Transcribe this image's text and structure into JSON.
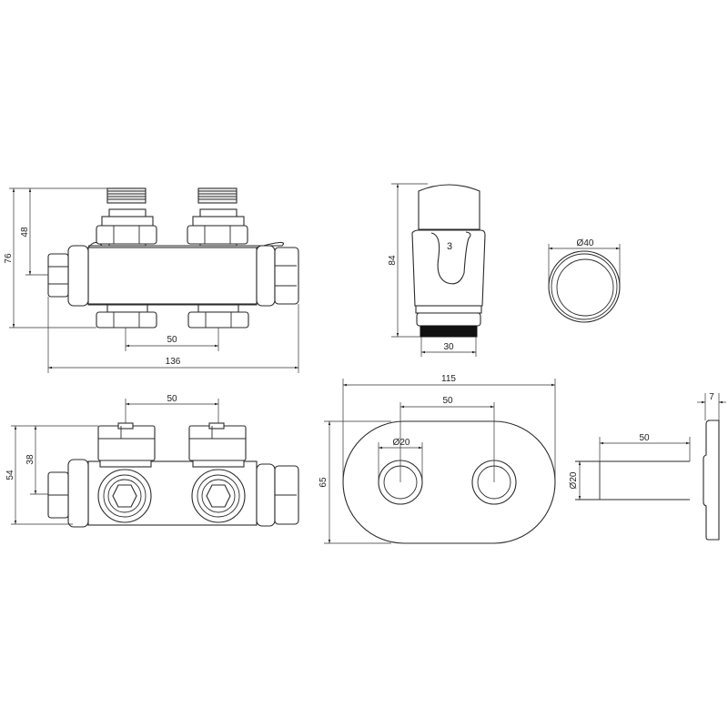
{
  "dimensions": {
    "valve_front": {
      "height_total": "76",
      "height_partial": "48",
      "spacing": "50",
      "width": "136"
    },
    "valve_bottom": {
      "spacing": "50",
      "height_total": "54",
      "height_partial": "38"
    },
    "thermostat_head": {
      "height": "84",
      "width": "30",
      "dial_number": "3"
    },
    "ring": {
      "diameter": "Ø40"
    },
    "cover_plate": {
      "width": "115",
      "spacing": "50",
      "hole_diameter": "Ø20",
      "height": "65"
    },
    "sleeve": {
      "length": "50",
      "diameter": "Ø20"
    },
    "plate_side": {
      "thickness": "7"
    }
  }
}
